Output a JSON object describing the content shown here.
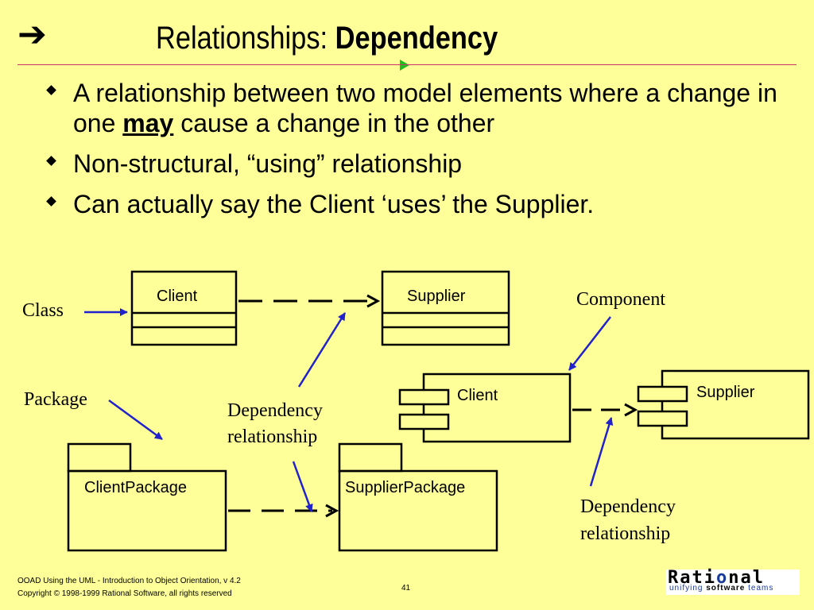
{
  "slide": {
    "title_plain": "Relationships: ",
    "title_bold": "Dependency",
    "bullets": [
      {
        "pre": "A relationship between two model elements where a change in one ",
        "emph": "may",
        "post": " cause a change in the other"
      },
      {
        "text": "Non-structural, “using” relationship"
      },
      {
        "text": "Can actually say the Client ‘uses’ the Supplier."
      }
    ]
  },
  "diagram": {
    "class_label": "Class",
    "class_client": "Client",
    "class_supplier": "Supplier",
    "component_label": "Component",
    "component_client": "Client",
    "component_supplier": "Supplier",
    "package_label": "Package",
    "client_package": "ClientPackage",
    "supplier_package": "SupplierPackage",
    "dep_label_1_line1": "Dependency",
    "dep_label_1_line2": "relationship",
    "dep_label_2_line1": "Dependency",
    "dep_label_2_line2": "relationship"
  },
  "footer": {
    "line1": "OOAD Using the UML - Introduction to Object Orientation, v 4.2",
    "line2": "Copyright © 1998-1999 Rational Software, all rights reserved",
    "page": "41"
  },
  "logo": {
    "word_a": "Rati",
    "word_o": "o",
    "word_b": "nal",
    "tag_a": "unifying ",
    "tag_b": "software",
    "tag_c": " teams"
  },
  "colors": {
    "background": "#FFFF99",
    "pointer_arrows": "#2222CC",
    "title_rule": "#CC3366"
  }
}
